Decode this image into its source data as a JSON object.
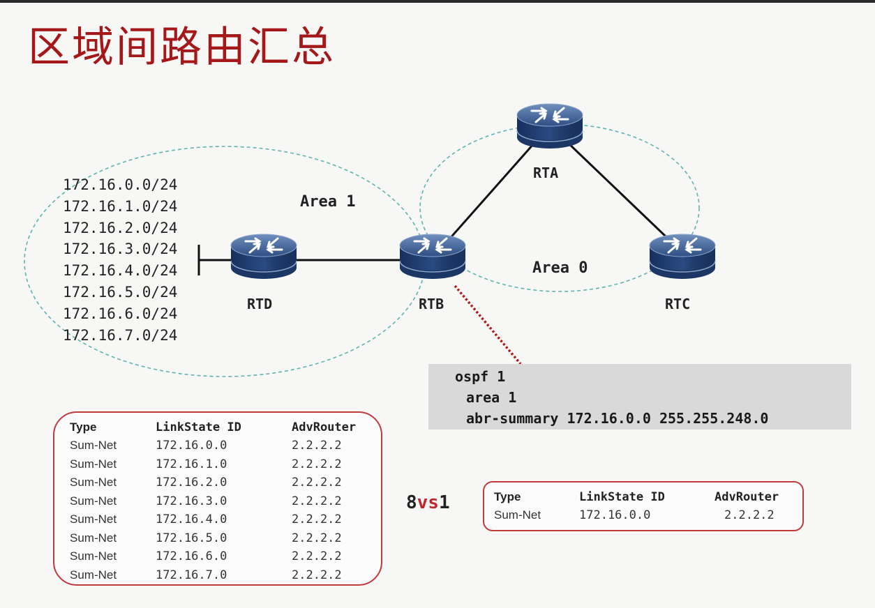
{
  "title": "区域间路由汇总",
  "routers": {
    "rta": "RTA",
    "rtb": "RTB",
    "rtc": "RTC",
    "rtd": "RTD"
  },
  "areas": {
    "area1": "Area 1",
    "area0": "Area 0"
  },
  "prefixes": [
    "172.16.0.0/24",
    "172.16.1.0/24",
    "172.16.2.0/24",
    "172.16.3.0/24",
    "172.16.4.0/24",
    "172.16.5.0/24",
    "172.16.6.0/24",
    "172.16.7.0/24"
  ],
  "config": {
    "line1": "ospf 1",
    "line2": "area 1",
    "line3": "abr-summary 172.16.0.0 255.255.248.0"
  },
  "lsdb_before": {
    "headers": [
      "Type",
      "LinkState ID",
      "AdvRouter"
    ],
    "rows": [
      [
        "Sum-Net",
        "172.16.0.0",
        "2.2.2.2"
      ],
      [
        "Sum-Net",
        "172.16.1.0",
        "2.2.2.2"
      ],
      [
        "Sum-Net",
        "172.16.2.0",
        "2.2.2.2"
      ],
      [
        "Sum-Net",
        "172.16.3.0",
        "2.2.2.2"
      ],
      [
        "Sum-Net",
        "172.16.4.0",
        "2.2.2.2"
      ],
      [
        "Sum-Net",
        "172.16.5.0",
        "2.2.2.2"
      ],
      [
        "Sum-Net",
        "172.16.6.0",
        "2.2.2.2"
      ],
      [
        "Sum-Net",
        "172.16.7.0",
        "2.2.2.2"
      ]
    ]
  },
  "comparison": {
    "left": "8",
    "mid": "vs",
    "right": "1"
  },
  "lsdb_after": {
    "headers": [
      "Type",
      "LinkState ID",
      "AdvRouter"
    ],
    "rows": [
      [
        "Sum-Net",
        "172.16.0.0",
        "2.2.2.2"
      ]
    ]
  },
  "colors": {
    "title": "#a4181a",
    "area_ellipse": "#5fb3b3",
    "table_border": "#c0393b",
    "router_body": "#1f3f73",
    "config_bg": "#d9d9d9",
    "dotted_link": "#b01818"
  },
  "icons": [
    "router-icon"
  ]
}
